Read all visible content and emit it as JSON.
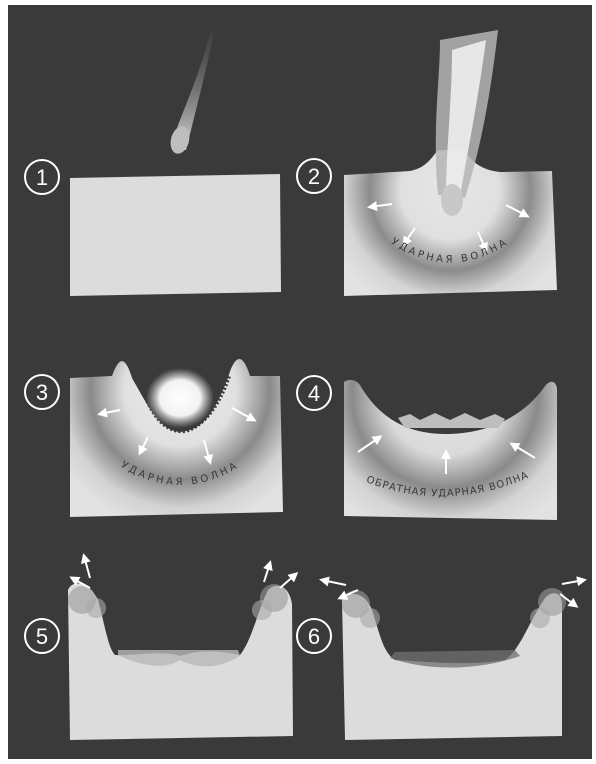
{
  "colors": {
    "background": "#3a3a3a",
    "ground": "#dcdcdc",
    "wave_dark": "#8a8a8a",
    "arrow": "#ffffff",
    "badge_stroke": "#ffffff"
  },
  "panels": [
    {
      "number": "1"
    },
    {
      "number": "2",
      "wave_label": "УДАРНАЯ ВОЛНА"
    },
    {
      "number": "3",
      "wave_label": "УДАРНАЯ ВОЛНА"
    },
    {
      "number": "4",
      "wave_label": "ОБРАТНАЯ УДАРНАЯ ВОЛНА"
    },
    {
      "number": "5"
    },
    {
      "number": "6"
    }
  ]
}
